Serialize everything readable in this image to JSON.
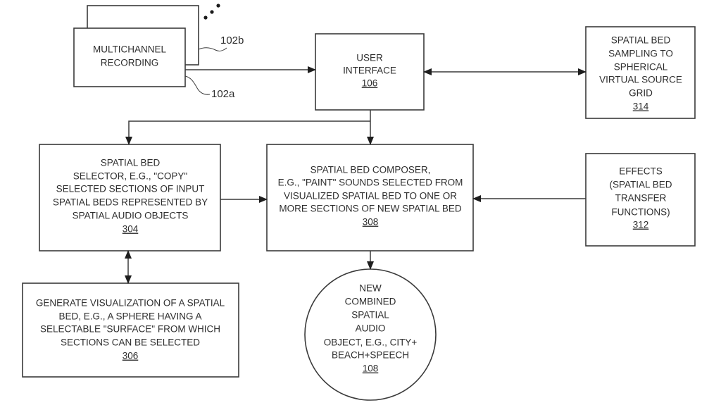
{
  "figure": {
    "nodes": {
      "multichannel_recording": {
        "lines": [
          "MULTICHANNEL",
          "RECORDING"
        ],
        "refs": [
          "102a",
          "102b"
        ]
      },
      "user_interface": {
        "lines": [
          "USER",
          "INTERFACE"
        ],
        "ref": "106"
      },
      "spatial_bed_sampling": {
        "lines": [
          "SPATIAL BED",
          "SAMPLING TO",
          "SPHERICAL",
          "VIRTUAL SOURCE",
          "GRID"
        ],
        "ref": "314"
      },
      "spatial_bed_selector": {
        "lines": [
          "SPATIAL BED",
          "SELECTOR, E.G., \"COPY\"",
          "SELECTED SECTIONS OF INPUT",
          "SPATIAL BEDS REPRESENTED BY",
          "SPATIAL AUDIO OBJECTS"
        ],
        "ref": "304"
      },
      "spatial_bed_composer": {
        "lines": [
          "SPATIAL BED COMPOSER,",
          "E.G., \"PAINT\" SOUNDS SELECTED FROM",
          "VISUALIZED SPATIAL BED TO ONE OR",
          "MORE SECTIONS OF NEW SPATIAL BED"
        ],
        "ref": "308"
      },
      "effects": {
        "lines": [
          "EFFECTS",
          "(SPATIAL BED",
          "TRANSFER",
          "FUNCTIONS)"
        ],
        "ref": "312"
      },
      "generate_visualization": {
        "lines": [
          "GENERATE VISUALIZATION OF A SPATIAL",
          "BED, E.G., A SPHERE HAVING A",
          "SELECTABLE \"SURFACE\" FROM WHICH",
          "SECTIONS CAN BE SELECTED"
        ],
        "ref": "306"
      },
      "new_combined_object": {
        "lines": [
          "NEW",
          "COMBINED",
          "SPATIAL",
          "AUDIO",
          "OBJECT, E.G., CITY+",
          "BEACH+SPEECH"
        ],
        "ref": "108"
      }
    },
    "edges": [
      {
        "from": "multichannel_recording",
        "to": "user_interface",
        "direction": "forward"
      },
      {
        "from": "user_interface",
        "to": "spatial_bed_sampling",
        "direction": "both"
      },
      {
        "from": "user_interface",
        "to": "spatial_bed_composer",
        "direction": "forward"
      },
      {
        "from": "user_interface",
        "to": "spatial_bed_selector",
        "direction": "forward"
      },
      {
        "from": "spatial_bed_selector",
        "to": "spatial_bed_composer",
        "direction": "forward"
      },
      {
        "from": "effects",
        "to": "spatial_bed_composer",
        "direction": "forward"
      },
      {
        "from": "spatial_bed_selector",
        "to": "generate_visualization",
        "direction": "both"
      },
      {
        "from": "spatial_bed_composer",
        "to": "new_combined_object",
        "direction": "forward"
      }
    ],
    "colors": {
      "ink": "#3a3a3a",
      "text": "#2e2e2e",
      "background": "#ffffff"
    }
  }
}
